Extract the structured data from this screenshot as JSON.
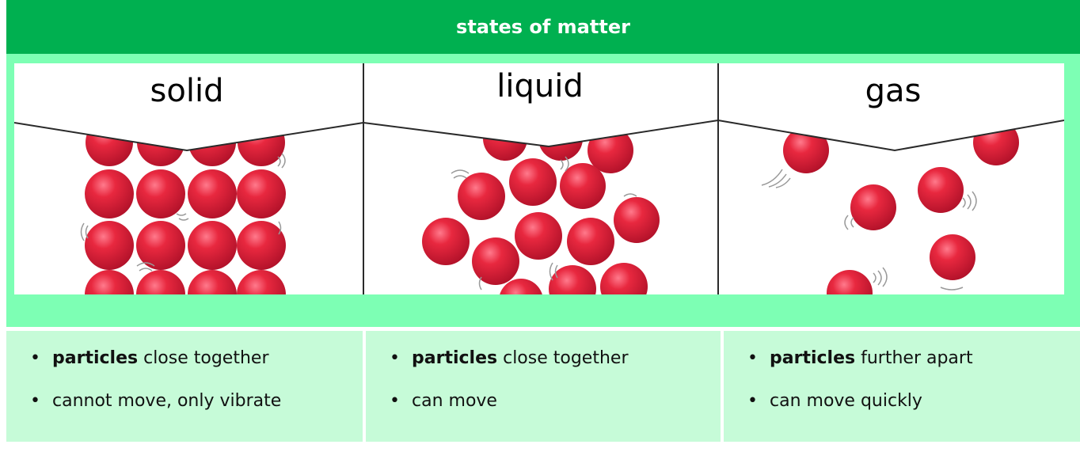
{
  "header": {
    "title": "states of matter"
  },
  "states": [
    {
      "label": "solid"
    },
    {
      "label": "liquid"
    },
    {
      "label": "gas"
    }
  ],
  "facts": [
    {
      "bold": "particles",
      "line1_rest": " close together",
      "line2": "cannot move, only vibrate"
    },
    {
      "bold": "particles",
      "line1_rest": " close together",
      "line2": "can move"
    },
    {
      "bold": "particles",
      "line1_rest": " further apart",
      "line2": "can move quickly"
    }
  ],
  "colors": {
    "header_green": "#00b050",
    "band_green": "#7dffb4",
    "fact_green": "#c6fbd8",
    "particle_red": "#e0223c"
  }
}
